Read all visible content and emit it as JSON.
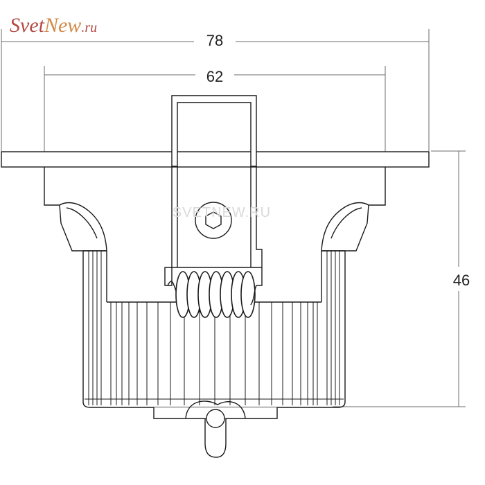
{
  "logo": {
    "brand_a": "Svet",
    "brand_b": "New",
    "brand_tld": ".ru",
    "color_primary": "#b24a42",
    "color_accent": "#d18b4a"
  },
  "watermark": {
    "text": "SVETNEW.RU",
    "color": "#d9d9d9"
  },
  "dimensions": {
    "outer_width": "78",
    "inner_width": "62",
    "height": "46"
  },
  "colors": {
    "line": "#1a1a1a",
    "dim_line": "#6b6b6b"
  }
}
